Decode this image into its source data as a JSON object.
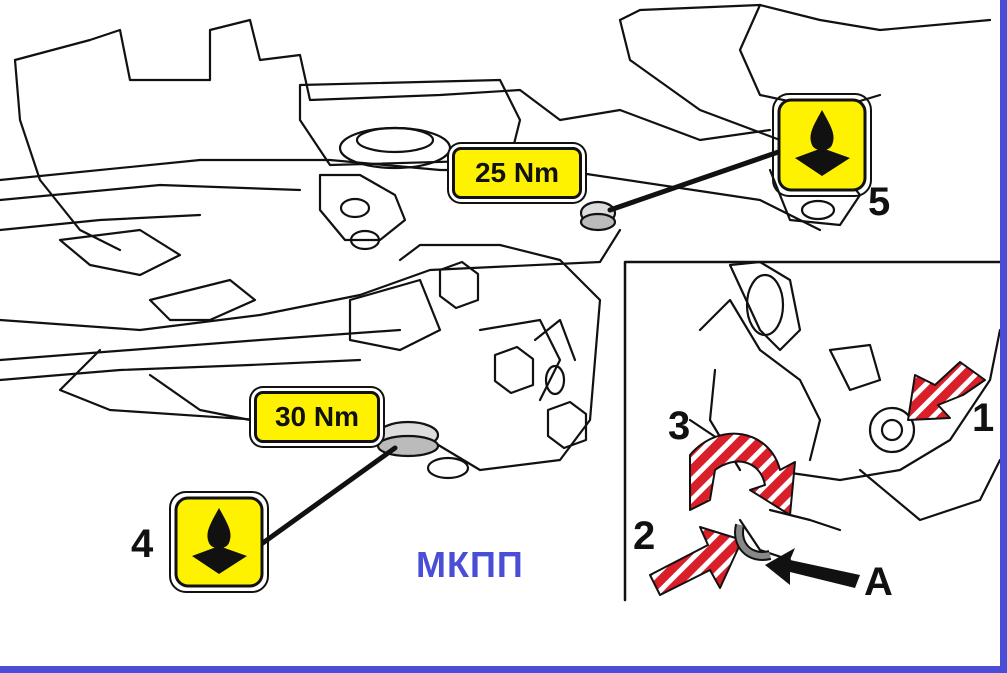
{
  "labels": {
    "torque_upper": "25 Nm",
    "torque_lower": "30 Nm",
    "n1": "1",
    "n2": "2",
    "n3": "3",
    "n4": "4",
    "n5": "5",
    "a": "A",
    "caption": "МКПП"
  },
  "icons": {
    "oil_drop": "oil-drain-drop-icon",
    "arrow_striped": "red-striped-arrow-icon"
  },
  "colors": {
    "yellow": "#fff200",
    "red": "#d9202a",
    "blue": "#4a4ed6",
    "line": "#111111"
  }
}
